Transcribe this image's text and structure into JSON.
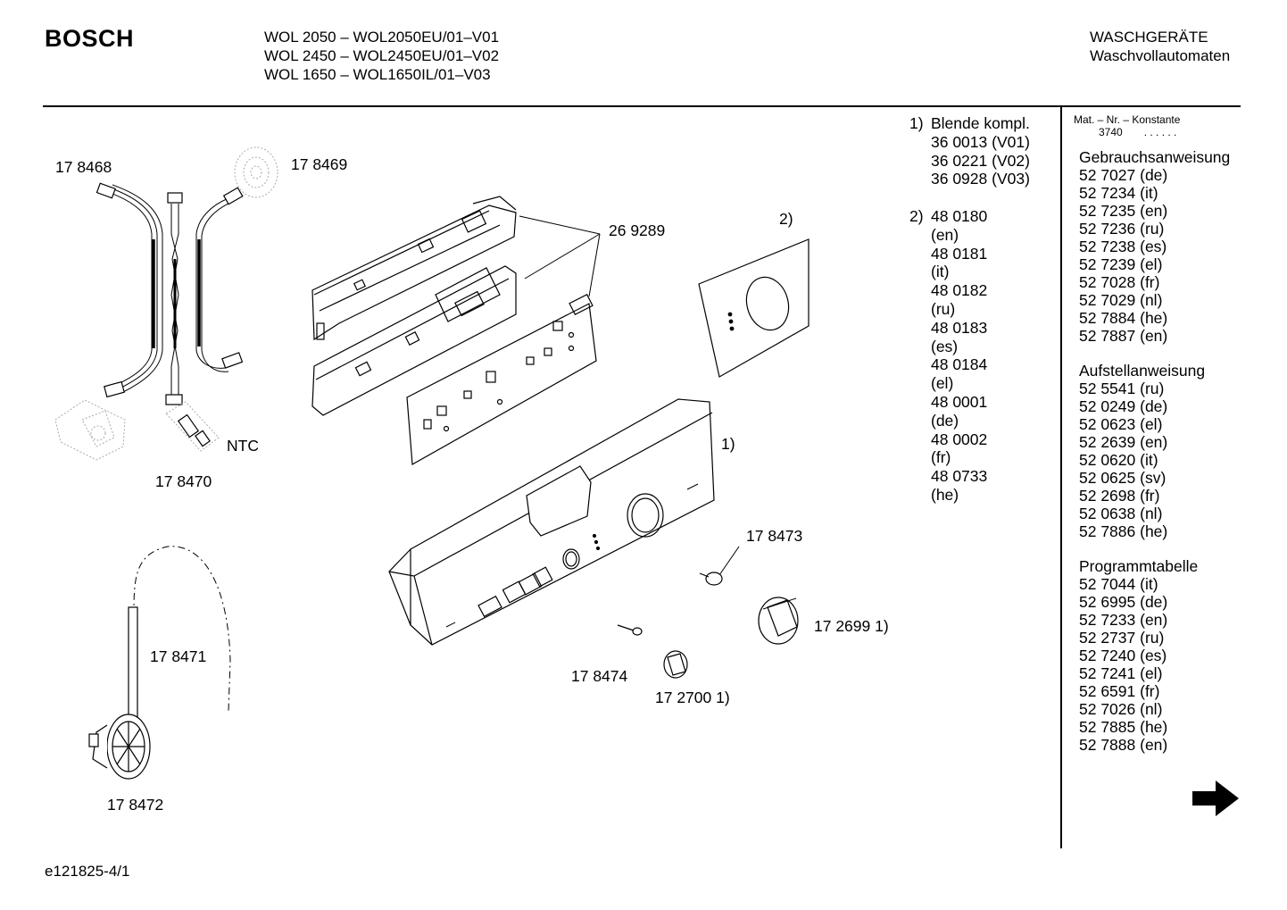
{
  "header": {
    "brand": "BOSCH",
    "models": [
      "WOL 2050 – WOL2050EU/01–V01",
      "WOL 2450 – WOL2450EU/01–V02",
      "WOL 1650  – WOL1650IL/01–V03"
    ],
    "category": [
      "WASCHGERÄTE",
      "Waschvollautomaten"
    ]
  },
  "notes": {
    "n1_label": "1)",
    "n1_title": "Blende kompl.",
    "n1_items": [
      "36 0013 (V01)",
      "36 0221 (V02)",
      "36 0928 (V03)"
    ],
    "n2_label": "2)",
    "n2_items": [
      "48 0180",
      "(en)",
      "48 0181",
      "(it)",
      "48 0182",
      "(ru)",
      "48 0183",
      "(es)",
      "48 0184",
      "(el)",
      "48 0001",
      "(de)",
      "48 0002",
      "(fr)",
      "48 0733",
      "(he)"
    ]
  },
  "sidebar": {
    "mat_label": "Mat. – Nr. – Konstante",
    "mat_value": "3740",
    "mat_dots": ". .   . . . .",
    "sections": [
      {
        "title": "Gebrauchsanweisung",
        "items": [
          "52 7027 (de)",
          "52 7234 (it)",
          "52 7235 (en)",
          "52 7236 (ru)",
          "52 7238 (es)",
          "52 7239 (el)",
          "52 7028 (fr)",
          "52 7029 (nl)",
          "52 7884 (he)",
          "52 7887 (en)"
        ]
      },
      {
        "title": "Aufstellanweisung",
        "items": [
          "52 5541 (ru)",
          "52 0249 (de)",
          "52 0623 (el)",
          "52 2639 (en)",
          "52 0620 (it)",
          "52 0625 (sv)",
          "52 2698 (fr)",
          "52 0638 (nl)",
          "52 7886 (he)"
        ]
      },
      {
        "title": "Programmtabelle",
        "items": [
          "52 7044 (it)",
          "52 6995 (de)",
          "52 7233 (en)",
          "52 2737 (ru)",
          "52 7240 (es)",
          "52 7241 (el)",
          "52 6591 (fr)",
          "52 7026 (nl)",
          "52 7885 (he)",
          "52 7888 (en)"
        ]
      }
    ]
  },
  "parts": {
    "p178468": "17 8468",
    "p178469": "17 8469",
    "p269289": "26 9289",
    "p2": "2)",
    "p1": "1)",
    "ntc": "NTC",
    "p178470": "17 8470",
    "p178473": "17 8473",
    "p172699": "17 2699 1)",
    "p178471": "17 8471",
    "p178474": "17 8474",
    "p172700": "17 2700 1)",
    "p178472": "17 8472"
  },
  "footer": {
    "code": "e121825-4/1"
  },
  "icons": {
    "next": "arrow-right-icon"
  }
}
